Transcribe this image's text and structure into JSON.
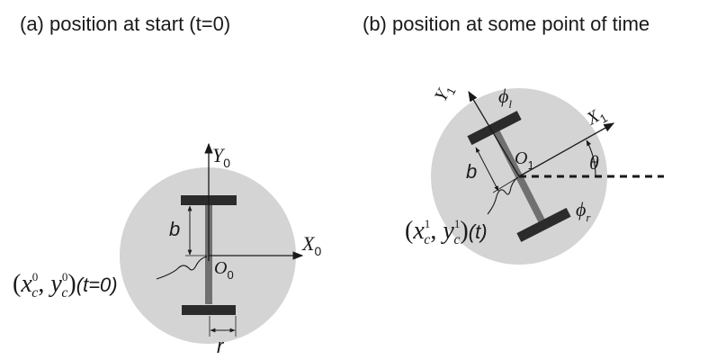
{
  "captions": {
    "a": "(a) position at start (t=0)",
    "b": "(b) position at some point of time"
  },
  "panel_a": {
    "x_axis": {
      "base": "X",
      "sub": "0"
    },
    "y_axis": {
      "base": "Y",
      "sub": "0"
    },
    "origin": {
      "base": "O",
      "sub": "0"
    },
    "b_label": "b",
    "r_label": "r",
    "coord": {
      "x": "x",
      "y": "y",
      "sub": "c",
      "sup": "0",
      "tail": "(t=0)"
    }
  },
  "panel_b": {
    "x_axis": {
      "base": "X",
      "sub": "1"
    },
    "y_axis": {
      "base": "Y",
      "sub": "1"
    },
    "origin": {
      "base": "O",
      "sub": "1"
    },
    "b_label": "b",
    "theta": "θ",
    "phi_l": {
      "base": "ϕ",
      "sub": "l"
    },
    "phi_r": {
      "base": "ϕ",
      "sub": "r"
    },
    "coord": {
      "x": "x",
      "y": "y",
      "sub": "c",
      "sup": "1",
      "tail": "(t)"
    }
  },
  "colors": {
    "disk": "#d4d4d4",
    "wheel": "#2b2b2b",
    "axle": "#707070",
    "line": "#1a1a1a"
  }
}
